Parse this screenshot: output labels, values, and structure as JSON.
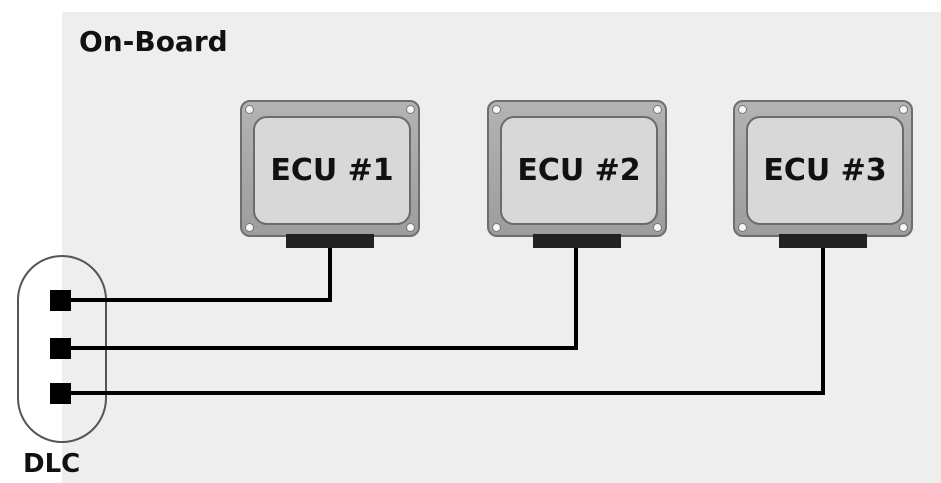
{
  "diagram": {
    "section_title": "On-Board",
    "connector_label": "DLC",
    "ecus": [
      {
        "label": "ECU #1"
      },
      {
        "label": "ECU #2"
      },
      {
        "label": "ECU #3"
      }
    ]
  },
  "colors": {
    "onboard_background": "#eeeeee",
    "ecu_housing": "#a9a9a9",
    "ecu_face": "#d8d8d8",
    "wire": "#000000",
    "dlc_outline": "#555555"
  }
}
